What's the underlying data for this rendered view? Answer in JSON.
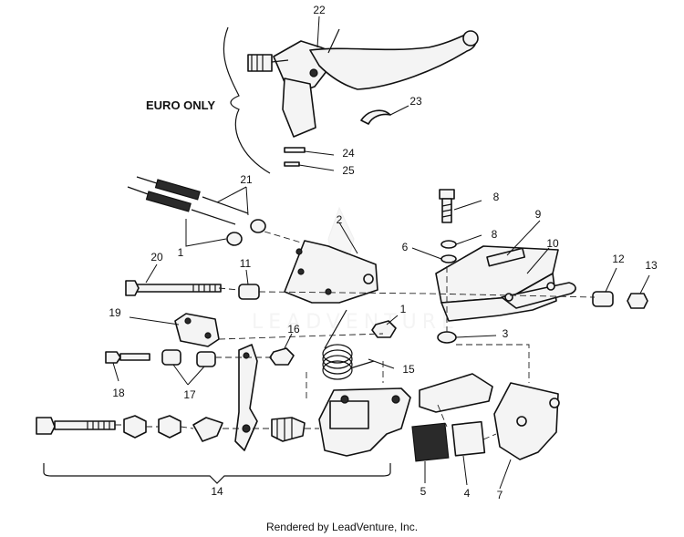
{
  "diagram": {
    "section_label": "EURO ONLY",
    "watermark": "LEADVENTURE",
    "part_labels": [
      "1",
      "1",
      "2",
      "3",
      "4",
      "5",
      "6",
      "7",
      "8",
      "8",
      "9",
      "10",
      "11",
      "12",
      "13",
      "14",
      "15",
      "16",
      "17",
      "18",
      "19",
      "20",
      "21",
      "22",
      "23",
      "24",
      "25"
    ]
  },
  "footer": {
    "text": "Rendered by LeadVenture, Inc."
  }
}
